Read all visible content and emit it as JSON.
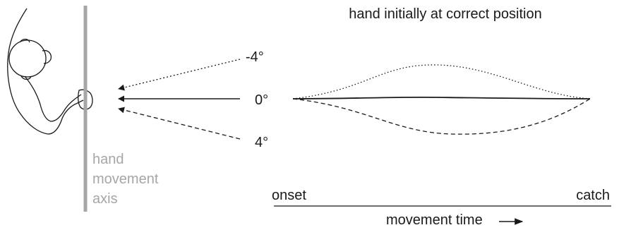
{
  "title": "hand initially at correct position",
  "angles": [
    {
      "label": "-4°",
      "style": "dotted"
    },
    {
      "label": "0°",
      "style": "solid"
    },
    {
      "label": "4°",
      "style": "dashed"
    }
  ],
  "axis_label": {
    "line1": "hand",
    "line2": "movement",
    "line3": "axis"
  },
  "timeline": {
    "start": "onset",
    "end": "catch",
    "caption": "movement time"
  },
  "colors": {
    "ink": "#1a1a1a",
    "axis": "#a6a6a6"
  }
}
